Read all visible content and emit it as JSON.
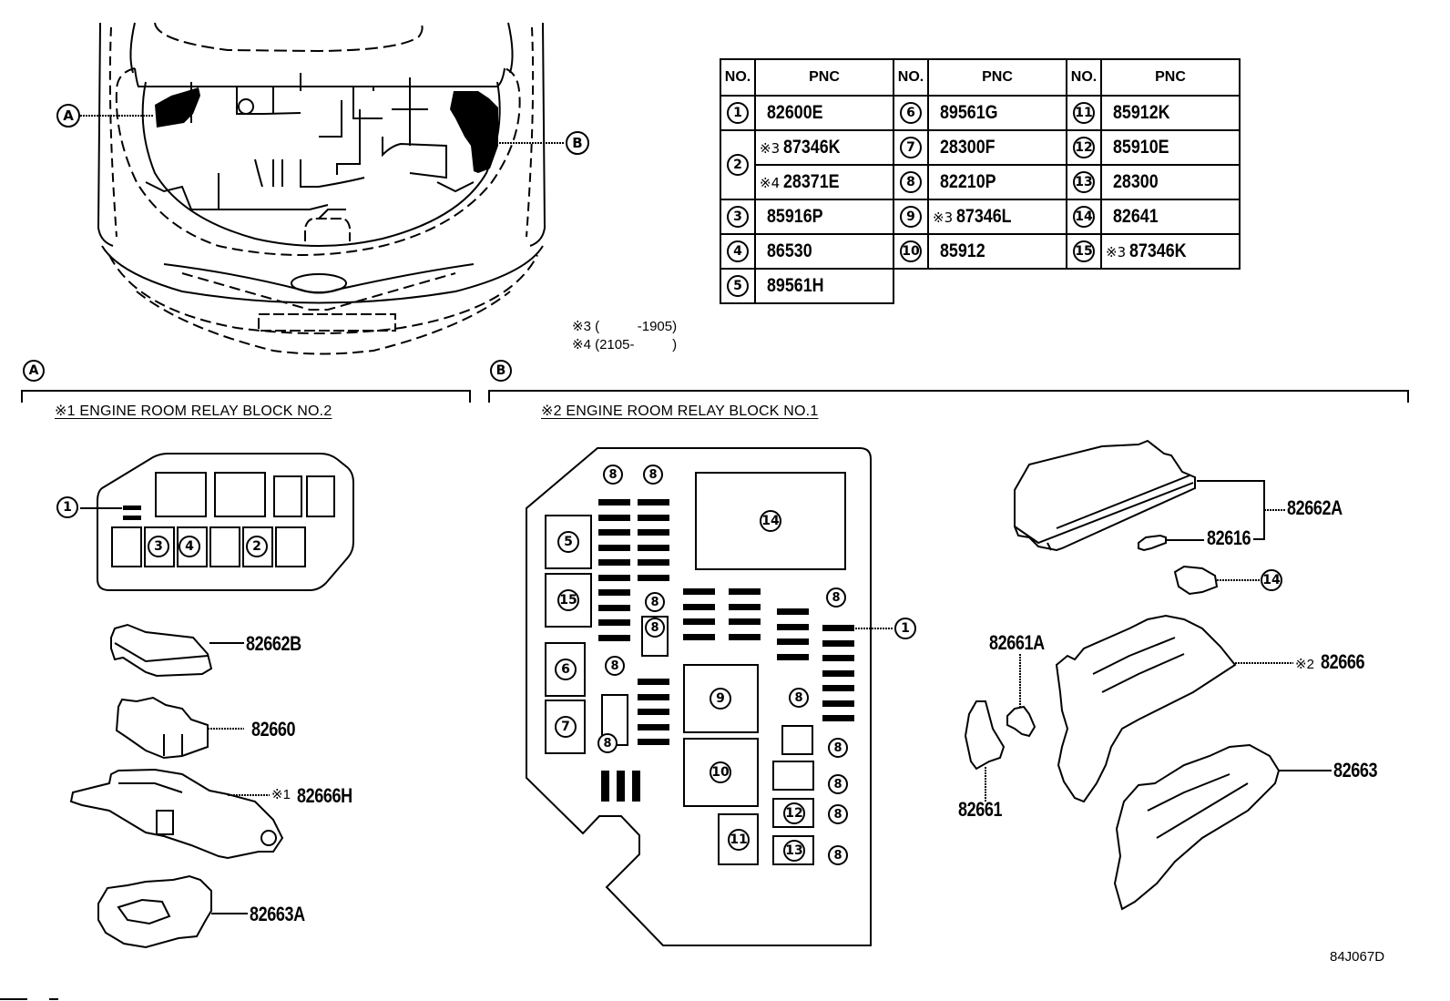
{
  "diagram_code": "84J067D",
  "overview": {
    "callout_a": "A",
    "callout_b": "B"
  },
  "pnc_table": {
    "header_no": "NO.",
    "header_pnc": "PNC",
    "rows": [
      {
        "no": "1",
        "entries": [
          {
            "mark": "",
            "pnc": "82600E"
          }
        ]
      },
      {
        "no": "2",
        "entries": [
          {
            "mark": "※3",
            "pnc": "87346K"
          },
          {
            "mark": "※4",
            "pnc": "28371E"
          }
        ]
      },
      {
        "no": "3",
        "entries": [
          {
            "mark": "",
            "pnc": "85916P"
          }
        ]
      },
      {
        "no": "4",
        "entries": [
          {
            "mark": "",
            "pnc": "86530"
          }
        ]
      },
      {
        "no": "5",
        "entries": [
          {
            "mark": "",
            "pnc": "89561H"
          }
        ]
      },
      {
        "no": "6",
        "entries": [
          {
            "mark": "",
            "pnc": "89561G"
          }
        ]
      },
      {
        "no": "7",
        "entries": [
          {
            "mark": "",
            "pnc": "28300F"
          }
        ]
      },
      {
        "no": "8",
        "entries": [
          {
            "mark": "",
            "pnc": "82210P"
          }
        ]
      },
      {
        "no": "9",
        "entries": [
          {
            "mark": "※3",
            "pnc": "87346L"
          }
        ]
      },
      {
        "no": "10",
        "entries": [
          {
            "mark": "",
            "pnc": "85912"
          }
        ]
      },
      {
        "no": "11",
        "entries": [
          {
            "mark": "",
            "pnc": "85912K"
          }
        ]
      },
      {
        "no": "12",
        "entries": [
          {
            "mark": "",
            "pnc": "85910E"
          }
        ]
      },
      {
        "no": "13",
        "entries": [
          {
            "mark": "",
            "pnc": "28300"
          }
        ]
      },
      {
        "no": "14",
        "entries": [
          {
            "mark": "",
            "pnc": "82641"
          }
        ]
      },
      {
        "no": "15",
        "entries": [
          {
            "mark": "※3",
            "pnc": "87346K"
          }
        ]
      }
    ]
  },
  "notes": [
    "※3 (          -1905)",
    "※4 (2105-          )"
  ],
  "section_a": {
    "label": "A",
    "title": "※1 ENGINE ROOM RELAY BLOCK NO.2",
    "block_callouts": [
      "1",
      "3",
      "4",
      "2"
    ],
    "parts": [
      {
        "mark": "",
        "pnc": "82662B"
      },
      {
        "mark": "",
        "pnc": "82660"
      },
      {
        "mark": "※1",
        "pnc": "82666H"
      },
      {
        "mark": "",
        "pnc": "82663A"
      }
    ]
  },
  "section_b": {
    "label": "B",
    "title": "※2 ENGINE ROOM RELAY BLOCK NO.1",
    "block_callouts": {
      "c5": "5",
      "c15": "15",
      "c6": "6",
      "c7": "7",
      "c8": "8",
      "c9": "9",
      "c10": "10",
      "c11": "11",
      "c12": "12",
      "c13": "13",
      "c14": "14",
      "c1": "1"
    },
    "parts": [
      {
        "mark": "",
        "pnc": "82662A"
      },
      {
        "mark": "",
        "pnc": "82616"
      },
      {
        "mark": "",
        "pnc": "14",
        "is_callout": true
      },
      {
        "mark": "",
        "pnc": "82661A"
      },
      {
        "mark": "※2",
        "pnc": "82666"
      },
      {
        "mark": "",
        "pnc": "82661"
      },
      {
        "mark": "",
        "pnc": "82663"
      }
    ]
  }
}
